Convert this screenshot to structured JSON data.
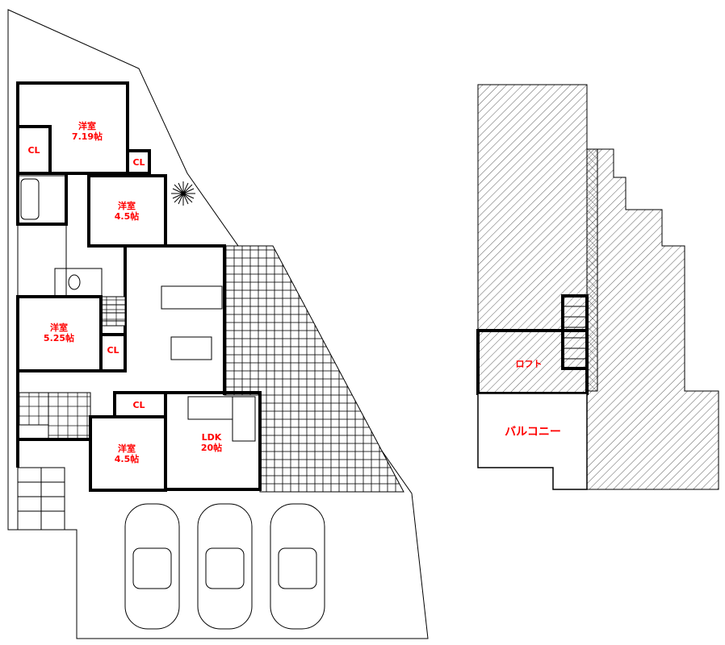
{
  "floor_plan": {
    "rooms": {
      "western_room_1": {
        "name": "洋室",
        "size": "7.19帖"
      },
      "closet_1": "CL",
      "closet_2": "CL",
      "western_room_2": {
        "name": "洋室",
        "size": "4.5帖"
      },
      "western_room_3": {
        "name": "洋室",
        "size": "5.25帖"
      },
      "closet_3": "CL",
      "closet_4": "CL",
      "western_room_4": {
        "name": "洋室",
        "size": "4.5帖"
      },
      "ldk": {
        "name": "LDK",
        "size": "20帖"
      }
    },
    "upper": {
      "loft": "ロフト",
      "balcony": "バルコニー"
    },
    "parking_spaces": 3,
    "colors": {
      "label": "#ff0000",
      "wall": "#000000"
    }
  }
}
